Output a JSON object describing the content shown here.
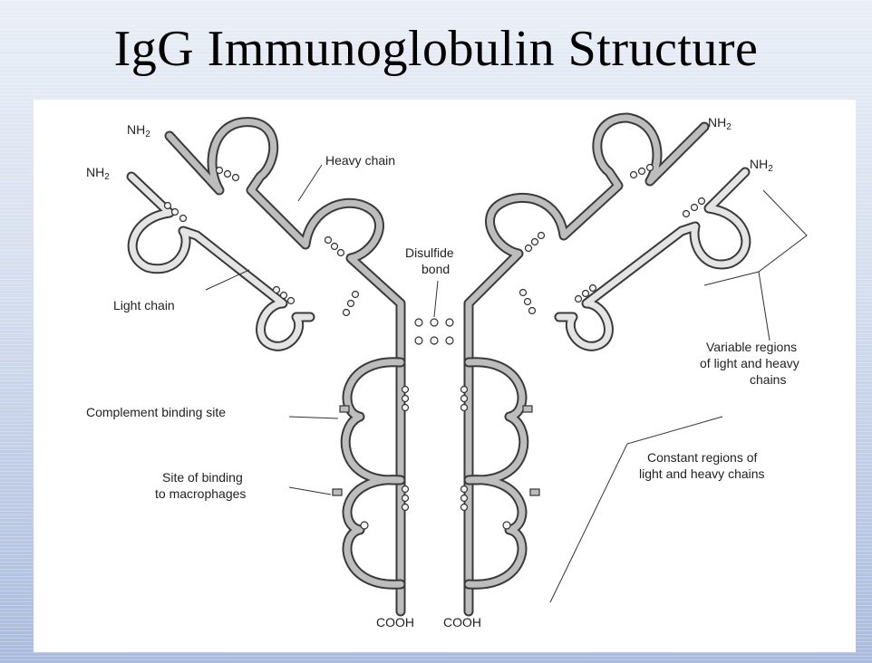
{
  "title": "IgG Immunoglobulin Structure",
  "labels": {
    "nh2_left_heavy": "NH",
    "nh2_left_light": "NH",
    "nh2_right_heavy": "NH",
    "nh2_right_light": "NH",
    "nh2_sub": "2",
    "heavy_chain": "Heavy chain",
    "light_chain": "Light chain",
    "disulfide_1": "Disulfide",
    "disulfide_2": "bond",
    "complement": "Complement binding site",
    "macrophage_1": "Site of binding",
    "macrophage_2": "to macrophages",
    "variable_1": "Variable regions",
    "variable_2": "of light and heavy",
    "variable_3": "chains",
    "constant_1": "Constant regions of",
    "constant_2": "light and heavy chains",
    "cooh_left": "COOH",
    "cooh_right": "COOH"
  },
  "colors": {
    "background_top": "#e9eef7",
    "background_bottom": "#a9bbdf",
    "figure_bg": "#ffffff"
  }
}
